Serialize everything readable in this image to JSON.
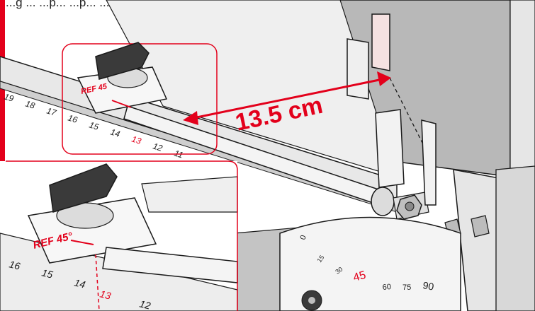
{
  "caption": "...g ... ...p... ...p... ...g ...",
  "measurement": {
    "value_label": "13.5 cm",
    "color": "#e3001b"
  },
  "ref_labels": {
    "top": "REF 45",
    "bottom": "REF 45°"
  },
  "top_scale_ticks": [
    "19",
    "18",
    "17",
    "16",
    "15",
    "14",
    "13",
    "12",
    "11"
  ],
  "bottom_scale_ticks": [
    "16",
    "15",
    "14",
    "13",
    "12"
  ],
  "protractor_labels": [
    "0",
    "15",
    "30",
    "45",
    "60",
    "75",
    "90"
  ],
  "colors": {
    "accent": "#e3001b",
    "metal": "#d9d9d9",
    "line": "#1a1a1a",
    "shade": "#b8b8b8"
  },
  "icons": [
    "knob-icon",
    "hex-nut-icon",
    "measure-arrow-icon"
  ]
}
